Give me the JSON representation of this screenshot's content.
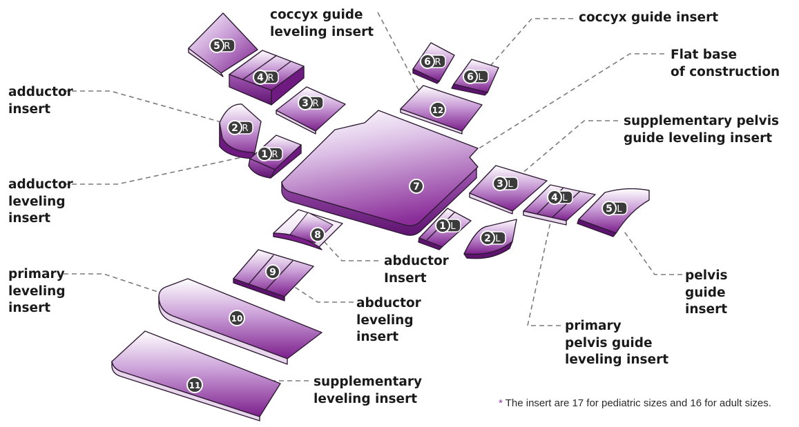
{
  "labels": {
    "coccyx_guide_leveling_insert": "coccyx guide\nleveling insert",
    "coccyx_guide_insert": "coccyx guide insert",
    "flat_base": "Flat base\nof construction",
    "adductor_insert": "adductor\ninsert",
    "supplementary_pelvis": "supplementary pelvis\nguide leveling insert",
    "adductor_leveling_insert": "adductor\nleveling\ninsert",
    "abductor_insert": "abductor\nInsert",
    "pelvis_guide_insert": "pelvis\nguide\ninsert",
    "primary_leveling_insert": "primary\nleveling\ninsert",
    "abductor_leveling_insert": "abductor\nleveling\ninsert",
    "primary_pelvis_guide": "primary\npelvis guide\nleveling insert",
    "supplementary_leveling_insert": "supplementary\nleveling insert"
  },
  "pieces": {
    "p5R": {
      "num": "5",
      "side": "R"
    },
    "p4R": {
      "num": "4",
      "side": "R"
    },
    "p3R": {
      "num": "3",
      "side": "R"
    },
    "p2R": {
      "num": "2",
      "side": "R"
    },
    "p1R": {
      "num": "1",
      "side": "R"
    },
    "p6R": {
      "num": "6",
      "side": "R"
    },
    "p6L": {
      "num": "6",
      "side": "L"
    },
    "p12": {
      "num": "12"
    },
    "p7": {
      "num": "7"
    },
    "p3L": {
      "num": "3",
      "side": "L"
    },
    "p4L": {
      "num": "4",
      "side": "L"
    },
    "p5L": {
      "num": "5",
      "side": "L"
    },
    "p1L": {
      "num": "1",
      "side": "L"
    },
    "p2L": {
      "num": "2",
      "side": "L"
    },
    "p8": {
      "num": "8"
    },
    "p9": {
      "num": "9"
    },
    "p10": {
      "num": "10"
    },
    "p11": {
      "num": "11"
    }
  },
  "footnote": {
    "star": "*",
    "text": " The insert are 17 for pediatric sizes and 16 for adult sizes."
  },
  "colors": {
    "fill_top": "#ffffff",
    "fill_mid": "#c79ad6",
    "fill_bottom": "#7c1f8c",
    "outline": "#2f1a34",
    "badge": "#3b3b3b",
    "leader": "#7a7a7a"
  }
}
